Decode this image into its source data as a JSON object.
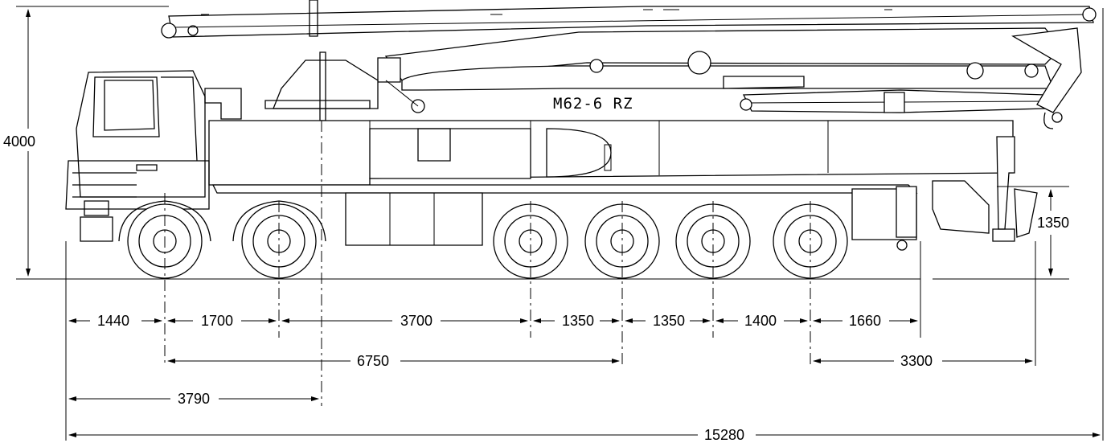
{
  "model_label": "M62-6 RZ",
  "dimensions": {
    "overall_height": "4000",
    "rear_height": "1350",
    "front_overhang": "1440",
    "axle_1_2": "1700",
    "axle_2_3": "3700",
    "axle_3_4": "1350",
    "axle_4_5": "1350",
    "axle_5_6": "1400",
    "rear_to_outrigger": "1660",
    "span_6750": "6750",
    "rear_3300": "3300",
    "front_3790": "3790",
    "overall_length": "15280"
  }
}
